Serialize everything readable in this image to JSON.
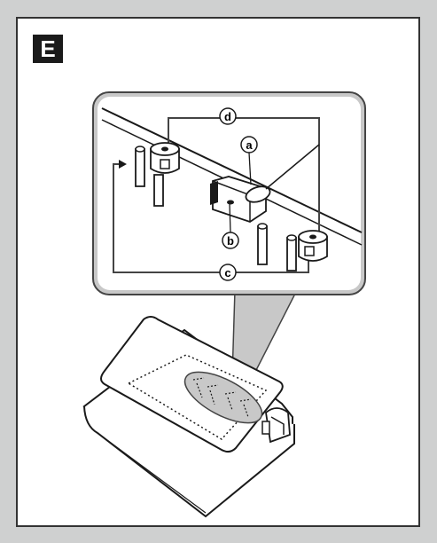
{
  "figure": {
    "section_letter": "E",
    "callouts": {
      "a": "a",
      "b": "b",
      "c": "c",
      "d": "d"
    }
  },
  "colors": {
    "background": "#cfd0d0",
    "panel": "#ffffff",
    "border": "#333333",
    "detail_bg": "#c8c8c8",
    "ink": "#1a1a1a"
  }
}
